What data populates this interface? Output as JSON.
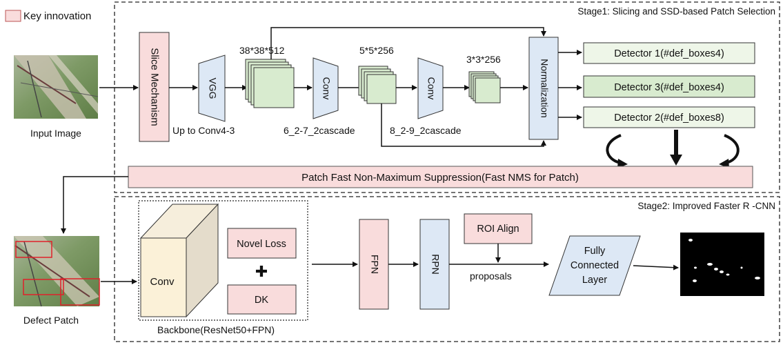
{
  "legend": {
    "label": "Key innovation",
    "color": "#f9dcdc"
  },
  "stage1": {
    "title": "Stage1: Slicing and SSD-based Patch Selection",
    "input_caption": "Input Image",
    "slice": "Slice Mechanism",
    "vgg": "VGG",
    "vgg_note": "Up to Conv4-3",
    "fm1_dims": "38*38*512",
    "conv1": "Conv",
    "conv1_note": "6_2-7_2cascade",
    "fm2_dims": "5*5*256",
    "conv2": "Conv",
    "conv2_note": "8_2-9_2cascade",
    "fm3_dims": "3*3*256",
    "normalization": "Normalization",
    "detectors": [
      "Detector 1(#def_boxes4)",
      "Detector 3(#def_boxes4)",
      "Detector 2(#def_boxes8)"
    ],
    "nms": "Patch Fast Non-Maximum Suppression(Fast NMS for Patch)"
  },
  "stage2": {
    "title": "Stage2: Improved Faster R -CNN",
    "patch_caption": "Defect Patch",
    "conv": "Conv",
    "novel_loss": "Novel Loss",
    "plus": "✚",
    "dk": "DK",
    "backbone": "Backbone(ResNet50+FPN)",
    "fpn": "FPN",
    "rpn": "RPN",
    "roi_align": "ROI Align",
    "proposals": "proposals",
    "fc_lines": [
      "Fully",
      "Connected",
      "Layer"
    ]
  },
  "colors": {
    "key": "#f9dcdc",
    "blue": "#dde8f5",
    "green_light": "#eef6e8",
    "green": "#d8ebcf",
    "conv_front": "#fbf1d8",
    "conv_side": "#e4dccb"
  }
}
